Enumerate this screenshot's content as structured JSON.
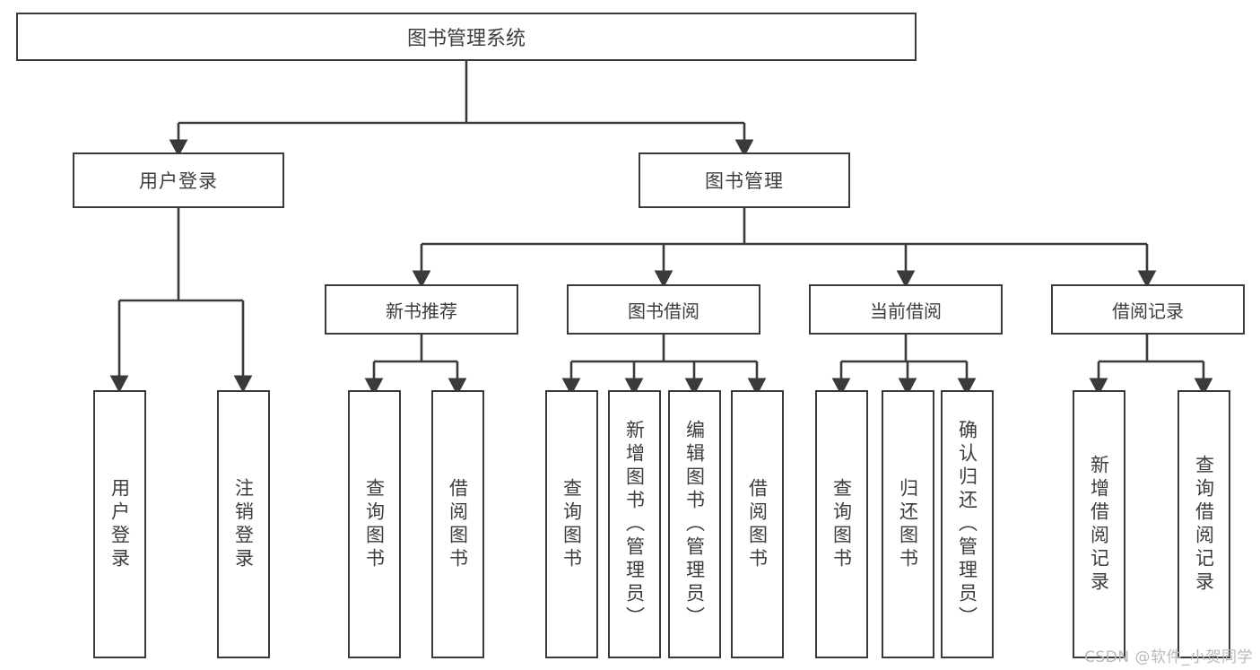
{
  "diagram": {
    "type": "tree-hierarchy",
    "title": "图书管理系统",
    "watermark": "CSDN @软件_小贺同学",
    "colors": {
      "stroke": "#3a3a3a",
      "text": "#3d3d3d",
      "background": "#ffffff",
      "watermark": "#b9b9b9"
    },
    "root": {
      "label": "图书管理系统"
    },
    "level2": [
      {
        "label": "用户登录"
      },
      {
        "label": "图书管理"
      }
    ],
    "level3": [
      {
        "label": "新书推荐"
      },
      {
        "label": "图书借阅"
      },
      {
        "label": "当前借阅"
      },
      {
        "label": "借阅记录"
      }
    ],
    "leaves": {
      "user_login": [
        {
          "label": "用户登录"
        },
        {
          "label": "注销登录"
        }
      ],
      "new_book": [
        {
          "label": "查询图书"
        },
        {
          "label": "借阅图书"
        }
      ],
      "book_borrow": [
        {
          "label": "查询图书"
        },
        {
          "label": "新增图书（管理员）"
        },
        {
          "label": "编辑图书（管理员）"
        },
        {
          "label": "借阅图书"
        }
      ],
      "current_borrow": [
        {
          "label": "查询图书"
        },
        {
          "label": "归还图书"
        },
        {
          "label": "确认归还（管理员）"
        }
      ],
      "borrow_record": [
        {
          "label": "新增借阅记录"
        },
        {
          "label": "查询借阅记录"
        }
      ]
    }
  }
}
